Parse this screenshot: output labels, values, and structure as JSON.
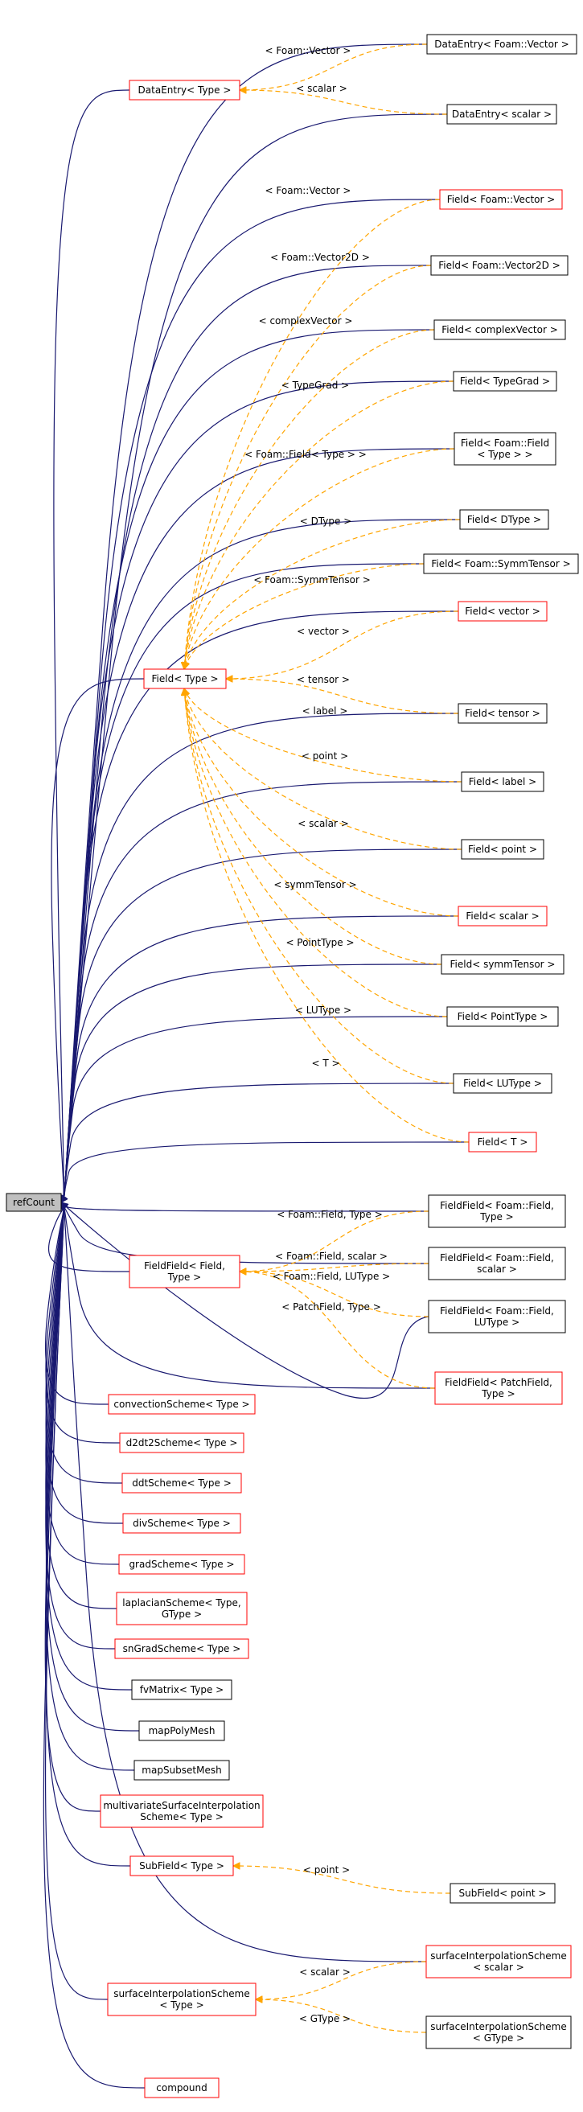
{
  "diagram_title": "",
  "colors": {
    "background": "#ffffff",
    "node_border_red": "#ff0000",
    "node_border_black": "#000000",
    "root_fill": "#bfbfbf",
    "inheritance_edge": "#191970",
    "template_edge": "#ffa500"
  },
  "root": {
    "label": "refCount"
  },
  "nodes": {
    "dataentry_vector": {
      "lines": [
        "DataEntry< Foam::Vector >"
      ],
      "border": "black"
    },
    "dataentry_type": {
      "lines": [
        "DataEntry< Type >"
      ],
      "border": "red"
    },
    "dataentry_scalar": {
      "lines": [
        "DataEntry< scalar >"
      ],
      "border": "black"
    },
    "field_foam_vector": {
      "lines": [
        "Field< Foam::Vector >"
      ],
      "border": "red"
    },
    "field_vector2d": {
      "lines": [
        "Field< Foam::Vector2D >"
      ],
      "border": "black"
    },
    "field_complexvector": {
      "lines": [
        "Field< complexVector >"
      ],
      "border": "black"
    },
    "field_typegrad": {
      "lines": [
        "Field< TypeGrad >"
      ],
      "border": "black"
    },
    "field_foam_field": {
      "lines": [
        "Field< Foam::Field",
        "< Type > >"
      ],
      "border": "black"
    },
    "field_dtype": {
      "lines": [
        "Field< DType >"
      ],
      "border": "black"
    },
    "field_symmtensor_foam": {
      "lines": [
        "Field< Foam::SymmTensor >"
      ],
      "border": "black"
    },
    "field_vector": {
      "lines": [
        "Field< vector >"
      ],
      "border": "red"
    },
    "field_type": {
      "lines": [
        "Field< Type >"
      ],
      "border": "red"
    },
    "field_tensor": {
      "lines": [
        "Field< tensor >"
      ],
      "border": "black"
    },
    "field_label": {
      "lines": [
        "Field< label >"
      ],
      "border": "black"
    },
    "field_point": {
      "lines": [
        "Field< point >"
      ],
      "border": "black"
    },
    "field_scalar": {
      "lines": [
        "Field< scalar >"
      ],
      "border": "red"
    },
    "field_symmtensor": {
      "lines": [
        "Field< symmTensor >"
      ],
      "border": "black"
    },
    "field_pointtype": {
      "lines": [
        "Field< PointType >"
      ],
      "border": "black"
    },
    "field_lutype": {
      "lines": [
        "Field< LUType >"
      ],
      "border": "black"
    },
    "field_t": {
      "lines": [
        "Field< T >"
      ],
      "border": "red"
    },
    "ff_foam_type": {
      "lines": [
        "FieldField< Foam::Field,",
        "Type >"
      ],
      "border": "black"
    },
    "ff_field_type": {
      "lines": [
        "FieldField< Field,",
        "Type >"
      ],
      "border": "red"
    },
    "ff_foam_scalar": {
      "lines": [
        "FieldField< Foam::Field,",
        "scalar >"
      ],
      "border": "black"
    },
    "ff_foam_lutype": {
      "lines": [
        "FieldField< Foam::Field,",
        "LUType >"
      ],
      "border": "black"
    },
    "ff_patchfield": {
      "lines": [
        "FieldField< PatchField,",
        "Type >"
      ],
      "border": "red"
    },
    "convectionscheme": {
      "lines": [
        "convectionScheme< Type >"
      ],
      "border": "red"
    },
    "d2dt2scheme": {
      "lines": [
        "d2dt2Scheme< Type >"
      ],
      "border": "red"
    },
    "ddtscheme": {
      "lines": [
        "ddtScheme< Type >"
      ],
      "border": "red"
    },
    "divscheme": {
      "lines": [
        "divScheme< Type >"
      ],
      "border": "red"
    },
    "gradscheme": {
      "lines": [
        "gradScheme< Type >"
      ],
      "border": "red"
    },
    "laplacianscheme": {
      "lines": [
        "laplacianScheme< Type,",
        "GType >"
      ],
      "border": "red"
    },
    "sngradscheme": {
      "lines": [
        "snGradScheme< Type >"
      ],
      "border": "red"
    },
    "fvmatrix": {
      "lines": [
        "fvMatrix< Type >"
      ],
      "border": "black"
    },
    "mappolymesh": {
      "lines": [
        "mapPolyMesh"
      ],
      "border": "black"
    },
    "mapsubsetmesh": {
      "lines": [
        "mapSubsetMesh"
      ],
      "border": "black"
    },
    "multivariate": {
      "lines": [
        "multivariateSurfaceInterpolation",
        "Scheme< Type >"
      ],
      "border": "red"
    },
    "subfield_type": {
      "lines": [
        "SubField< Type >"
      ],
      "border": "red"
    },
    "subfield_point": {
      "lines": [
        "SubField< point >"
      ],
      "border": "black"
    },
    "sis_scalar": {
      "lines": [
        "surfaceInterpolationScheme",
        "< scalar >"
      ],
      "border": "red"
    },
    "sis_type": {
      "lines": [
        "surfaceInterpolationScheme",
        "< Type >"
      ],
      "border": "red"
    },
    "sis_gtype": {
      "lines": [
        "surfaceInterpolationScheme",
        "< GType >"
      ],
      "border": "black"
    },
    "compound": {
      "lines": [
        "compound"
      ],
      "border": "red"
    }
  },
  "edge_labels": {
    "de_vector": "< Foam::Vector >",
    "de_scalar": "< scalar >",
    "f_foam_vector": "< Foam::Vector >",
    "f_vector2d": "< Foam::Vector2D >",
    "f_complexvector": "< complexVector >",
    "f_typegrad": "< TypeGrad >",
    "f_foam_field": "< Foam::Field< Type > >",
    "f_dtype": "< DType >",
    "f_symmtensor_foam": "< Foam::SymmTensor >",
    "f_vector": "< vector >",
    "f_tensor": "< tensor >",
    "f_label": "< label >",
    "f_point": "< point >",
    "f_scalar": "< scalar >",
    "f_symmtensor": "< symmTensor >",
    "f_pointtype": "< PointType >",
    "f_lutype": "< LUType >",
    "f_t": "< T >",
    "ff_foam_type": "< Foam::Field, Type >",
    "ff_foam_scalar": "< Foam::Field, scalar >",
    "ff_foam_lutype": "< Foam::Field, LUType >",
    "ff_patchfield": "< PatchField, Type >",
    "sf_point": "< point >",
    "sis_scalar": "< scalar >",
    "sis_gtype": "< GType >"
  }
}
